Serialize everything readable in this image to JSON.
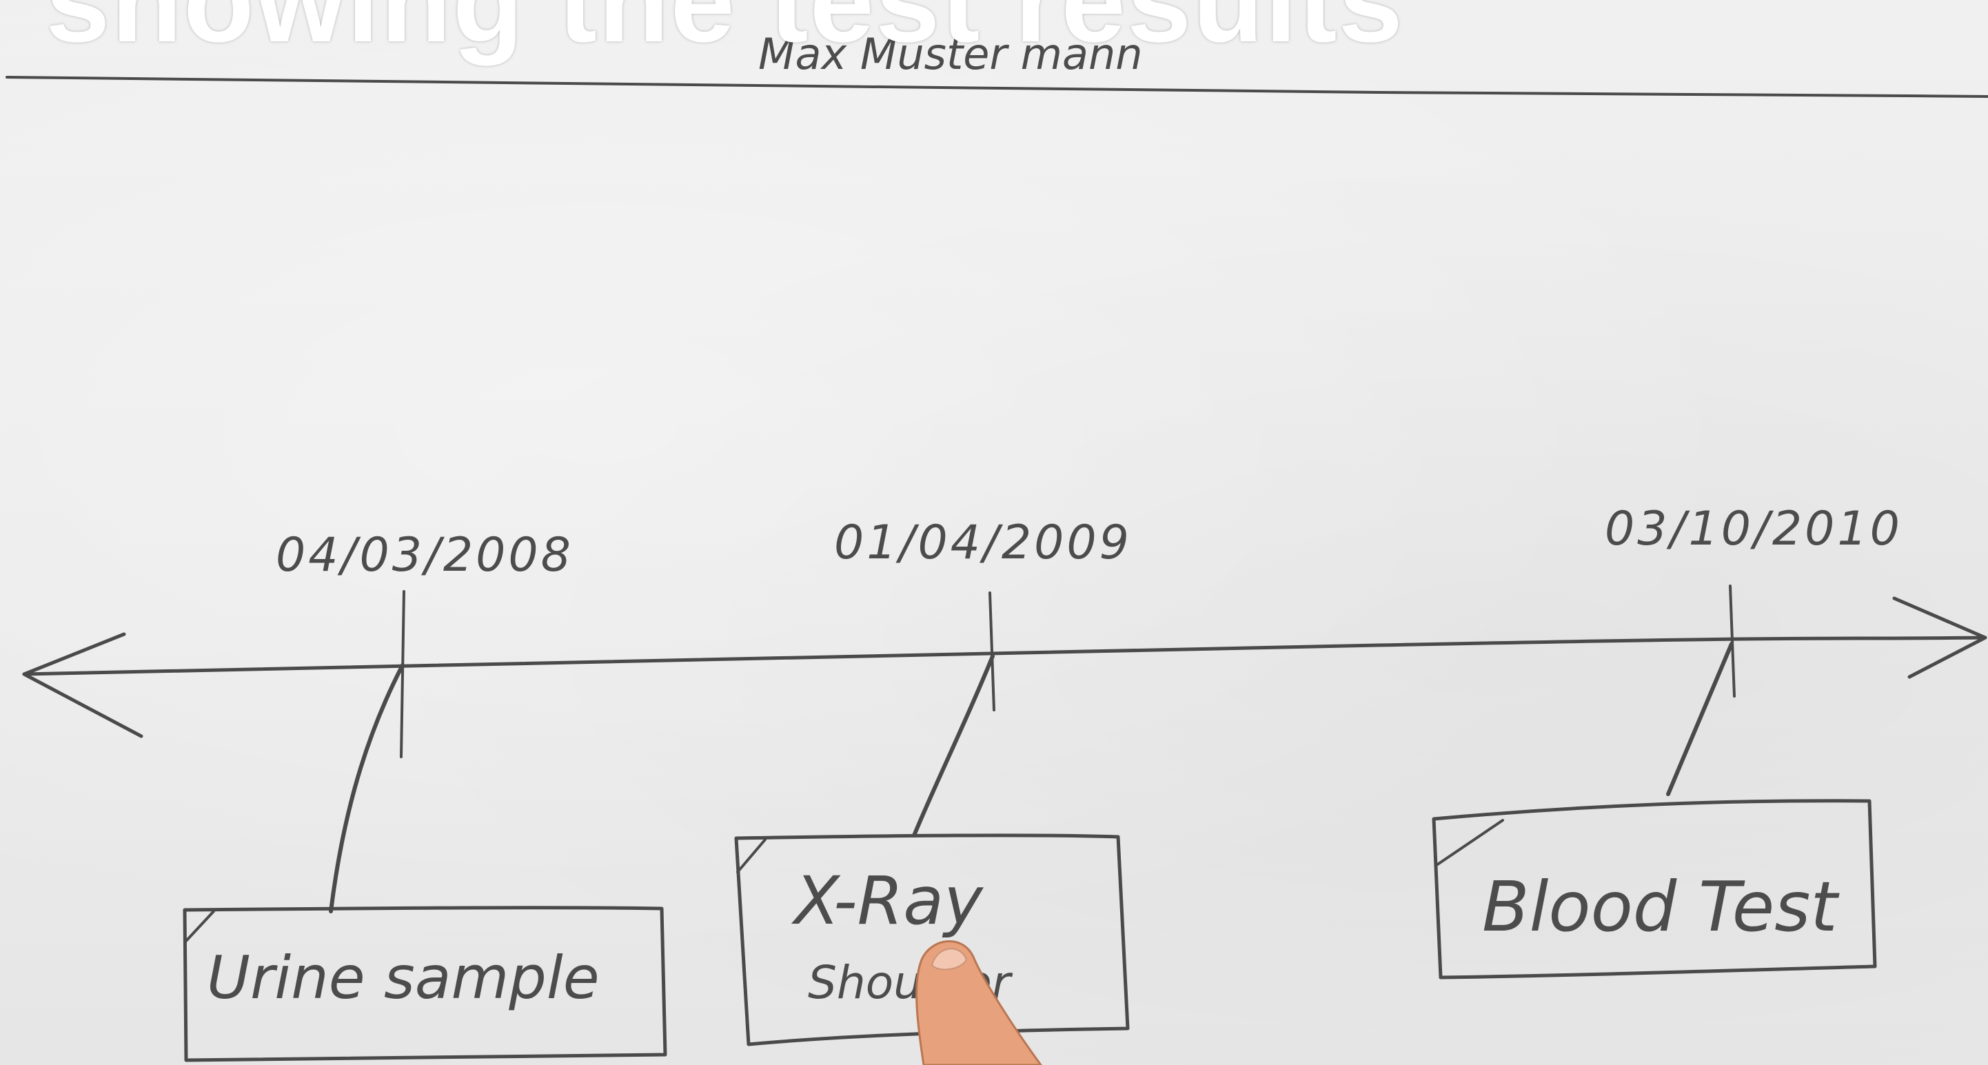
{
  "headline": "showing the test results",
  "patient_name": "Max Muster mann",
  "timeline": {
    "events": [
      {
        "date": "04/03/2008",
        "label": "Urine sample",
        "sublabel": ""
      },
      {
        "date": "01/04/2009",
        "label": "X-Ray",
        "sublabel": "Shoulder"
      },
      {
        "date": "03/10/2010",
        "label": "Blood Test",
        "sublabel": ""
      }
    ]
  },
  "icons": {
    "pointer": "pointing-finger-icon"
  }
}
